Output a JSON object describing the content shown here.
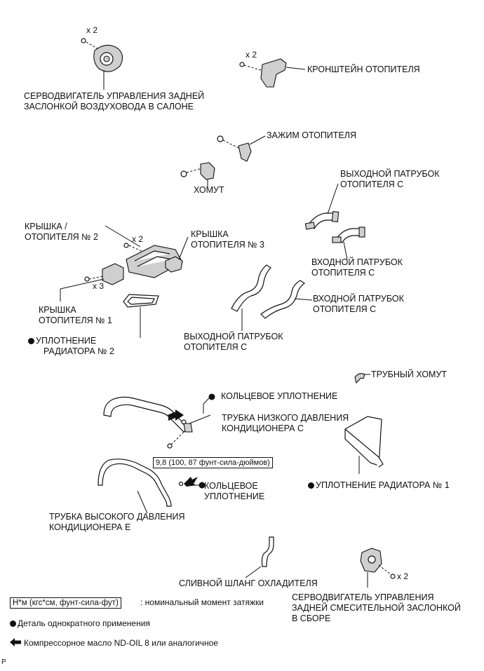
{
  "labels": {
    "servo_rear_duct": [
      "СЕРВОДВИГАТЕЛЬ УПРАВЛЕНИЯ ЗАДНЕЙ",
      "ЗАСЛОНКОЙ ВОЗДУХОВОДА В САЛОНЕ"
    ],
    "x2_servo_top": "x 2",
    "bracket": "КРОНШТЕЙН ОТОПИТЕЛЯ",
    "x2_bracket": "x 2",
    "heater_clamp": "ЗАЖИМ ОТОПИТЕЛЯ",
    "hose_clamp": "ХОМУТ",
    "outlet_pipe_c_top": [
      "ВЫХОДНОЙ ПАТРУБОК",
      "ОТОПИТЕЛЯ C"
    ],
    "cover": [
      "КРЫШКА /",
      "ОТОПИТЕЛЯ № 2"
    ],
    "x2_cover": "x 2",
    "cover3": [
      "КРЫШКА",
      "ОТОПИТЕЛЯ № 3"
    ],
    "inlet_pipe_c_1": [
      "ВХОДНОЙ ПАТРУБОК",
      "ОТОПИТЕЛЯ C"
    ],
    "x3": "x 3",
    "inlet_pipe_c_2": [
      "ВХОДНОЙ ПАТРУБОК",
      "ОТОПИТЕЛЯ C"
    ],
    "cover1": [
      "КРЫШКА",
      "ОТОПИТЕЛЯ № 1"
    ],
    "seal2": [
      "УПЛОТНЕНИЕ",
      "РАДИАТОРА № 2"
    ],
    "outlet_pipe_c_bottom": [
      "ВЫХОДНОЙ ПАТРУБОК",
      "ОТОПИТЕЛЯ C"
    ],
    "pipe_clamp": "ТРУБНЫЙ ХОМУТ",
    "oring_top": "КОЛЬЦЕВОЕ УПЛОТНЕНИЕ",
    "low_pressure": [
      "ТРУБКА НИЗКОГО ДАВЛЕНИЯ",
      "КОНДИЦИОНЕРА C"
    ],
    "torque_value": "9,8 (100, 87 фунт-сила-дюймов)",
    "oring_bottom": [
      "КОЛЬЦЕВОЕ",
      "УПЛОТНЕНИЕ"
    ],
    "seal1": "УПЛОТНЕНИЕ РАДИАТОРА № 1",
    "high_pressure": [
      "ТРУБКА ВЫСОКОГО ДАВЛЕНИЯ",
      "КОНДИЦИОНЕРА E"
    ],
    "drain_hose": "СЛИВНОЙ ШЛАНГ ОХЛАДИТЕЛЯ",
    "servo_mix": [
      "СЕРВОДВИГАТЕЛЬ УПРАВЛЕНИЯ",
      "ЗАДНЕЙ СМЕСИТЕЛЬНОЙ ЗАСЛОНКОЙ",
      "В СБОРЕ"
    ],
    "x2_mix": "x 2"
  },
  "legend": {
    "torque_units": "Н*м (кгс*см, фунт-сила-фут)",
    "torque_desc": ": номинальный момент затяжки",
    "single_use": "Деталь однократного применения",
    "oil": "Компрессорное масло ND-OIL 8 или аналогичное"
  },
  "footer": {
    "code": "P"
  }
}
